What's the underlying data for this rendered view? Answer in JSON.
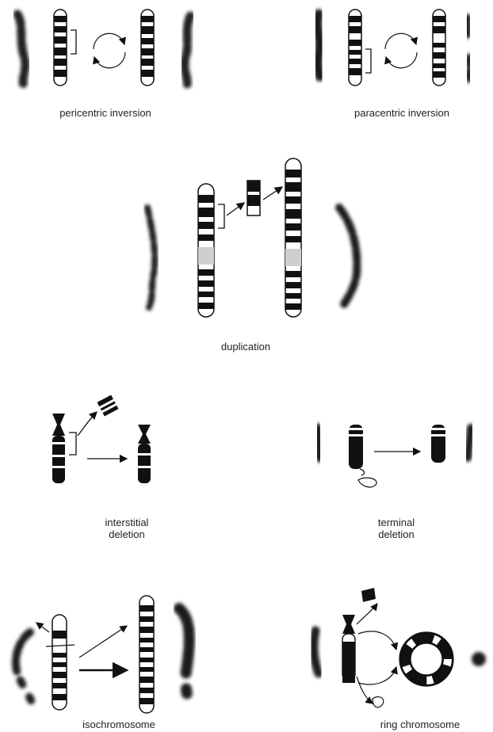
{
  "panels": {
    "pericentric": {
      "label": "pericentric inversion"
    },
    "paracentric": {
      "label": "paracentric inversion"
    },
    "duplication": {
      "label": "duplication"
    },
    "interstitial": {
      "label_line1": "interstitial",
      "label_line2": "deletion"
    },
    "terminal": {
      "label_line1": "terminal",
      "label_line2": "deletion"
    },
    "isochromosome": {
      "label": "isochromosome"
    },
    "ring": {
      "label": "ring chromosome"
    }
  },
  "colors": {
    "ink": "#111111",
    "paper": "#ffffff",
    "centromere": "#cfcfcf",
    "micrograph": "#1b1b1b"
  }
}
